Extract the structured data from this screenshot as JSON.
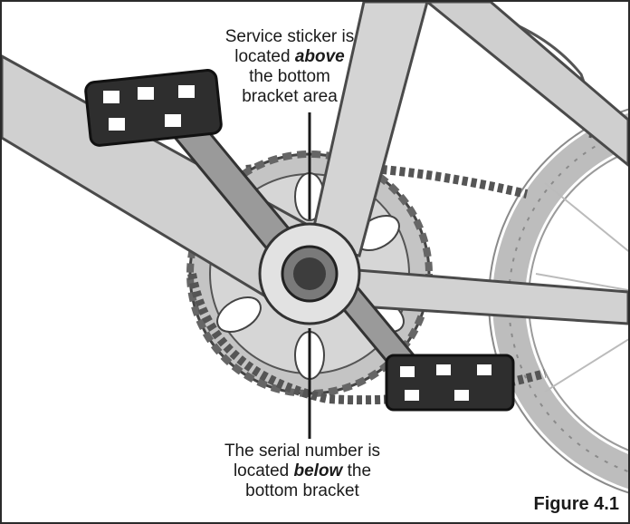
{
  "callout_top": {
    "line1": "Service sticker is",
    "line2_pre": "located ",
    "line2_em": "above",
    "line3": "the bottom",
    "line4": "bracket area"
  },
  "callout_bottom": {
    "line1": "The serial number is",
    "line2_pre": "located ",
    "line2_em": "below",
    "line2_post": " the",
    "line3": "bottom bracket"
  },
  "figure_label": "Figure 4.1",
  "colors": {
    "frame": "#c9c9c9",
    "frame_edge": "#4a4a4a",
    "chainring": "#b5b5b5",
    "pedal": "#2e2e2e",
    "tire": "#dcdcdc",
    "line": "#1a1a1a"
  }
}
